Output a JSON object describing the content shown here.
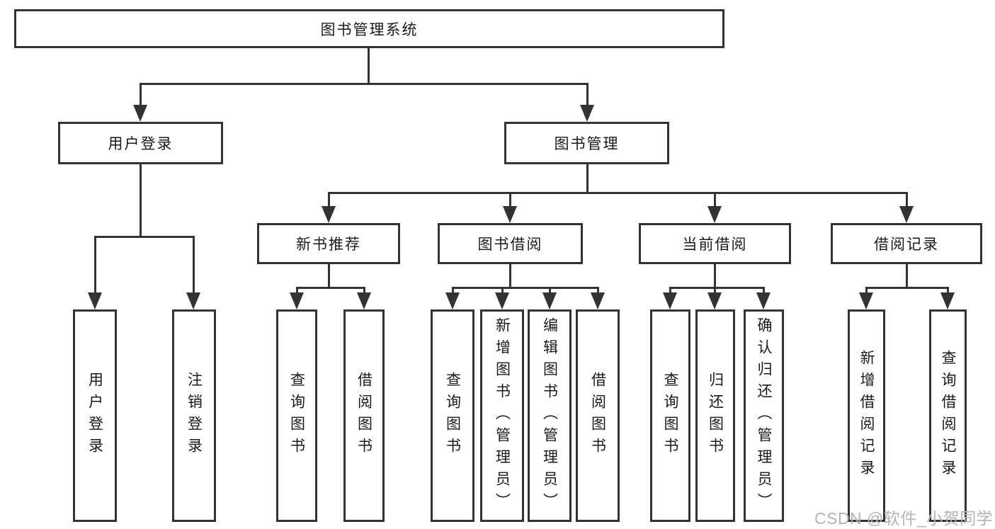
{
  "tree": {
    "root": "图书管理系统",
    "children": [
      {
        "label": "用户登录",
        "children": [
          "用户登录",
          "注销登录"
        ]
      },
      {
        "label": "图书管理",
        "children": [
          {
            "label": "新书推荐",
            "children": [
              "查询图书",
              "借阅图书"
            ]
          },
          {
            "label": "图书借阅",
            "children": [
              "查询图书",
              "新增图书（管理员）",
              "编辑图书（管理员）",
              "借阅图书"
            ]
          },
          {
            "label": "当前借阅",
            "children": [
              "查询图书",
              "归还图书",
              "确认归还（管理员）"
            ]
          },
          {
            "label": "借阅记录",
            "children": [
              "新增借阅记录",
              "查询借阅记录"
            ]
          }
        ]
      }
    ]
  },
  "watermark": {
    "text": "CSDN @软件_小贺同学"
  },
  "colors": {
    "line": "#333333",
    "box_border": "#333333",
    "background": "#ffffff",
    "text": "#1a1a1a",
    "watermark": "#b3b3b3"
  }
}
